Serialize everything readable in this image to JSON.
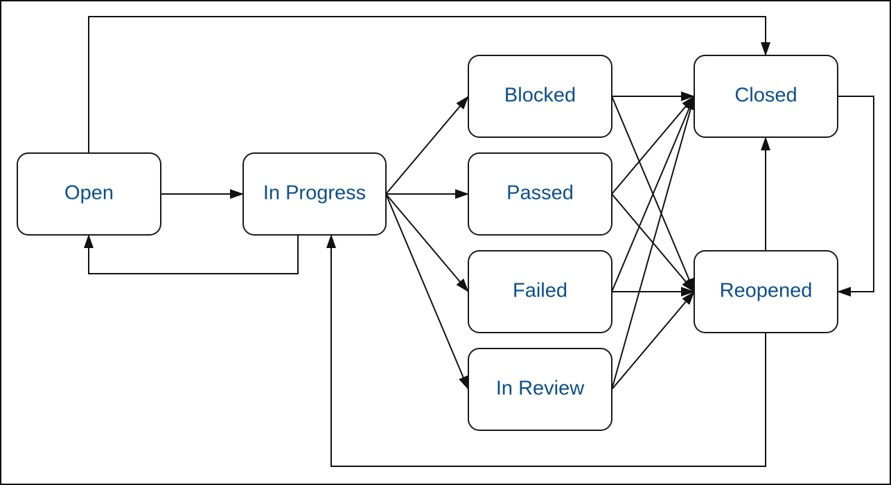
{
  "diagram": {
    "type": "state-diagram",
    "colors": {
      "label": "#0b4f8c",
      "stroke": "#111111",
      "background": "#ffffff"
    },
    "nodes": [
      {
        "id": "open",
        "label": "Open"
      },
      {
        "id": "in_progress",
        "label": "In Progress"
      },
      {
        "id": "blocked",
        "label": "Blocked"
      },
      {
        "id": "passed",
        "label": "Passed"
      },
      {
        "id": "failed",
        "label": "Failed"
      },
      {
        "id": "in_review",
        "label": "In Review"
      },
      {
        "id": "closed",
        "label": "Closed"
      },
      {
        "id": "reopened",
        "label": "Reopened"
      }
    ],
    "edges": [
      {
        "from": "open",
        "to": "in_progress"
      },
      {
        "from": "in_progress",
        "to": "open"
      },
      {
        "from": "open",
        "to": "closed"
      },
      {
        "from": "in_progress",
        "to": "blocked"
      },
      {
        "from": "in_progress",
        "to": "passed"
      },
      {
        "from": "in_progress",
        "to": "failed"
      },
      {
        "from": "in_progress",
        "to": "in_review"
      },
      {
        "from": "blocked",
        "to": "closed"
      },
      {
        "from": "blocked",
        "to": "reopened"
      },
      {
        "from": "passed",
        "to": "closed"
      },
      {
        "from": "passed",
        "to": "reopened"
      },
      {
        "from": "failed",
        "to": "closed"
      },
      {
        "from": "failed",
        "to": "reopened"
      },
      {
        "from": "in_review",
        "to": "closed"
      },
      {
        "from": "in_review",
        "to": "reopened"
      },
      {
        "from": "closed",
        "to": "reopened"
      },
      {
        "from": "reopened",
        "to": "closed"
      },
      {
        "from": "reopened",
        "to": "in_progress"
      }
    ]
  }
}
